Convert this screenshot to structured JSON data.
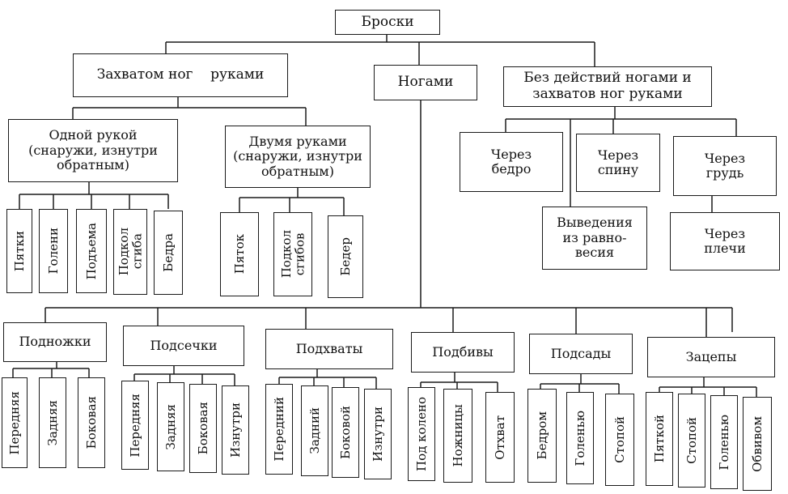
{
  "root": "Броски",
  "level1": {
    "hands": "Захватом ног    руками",
    "legs": "Ногами",
    "no_legs": "Без действий ногами и\nзахватов ног руками"
  },
  "hands": {
    "one_hand": "Одной рукой\n(снаружи, изнутри\nобратным)",
    "two_hands": "Двумя руками\n(снаружи, изнутри\nобратным)",
    "one_hand_items": [
      "Пятки",
      "Голени",
      "Подъема",
      "Подкол\nсгиба",
      "Бедра"
    ],
    "two_hands_items": [
      "Пяток",
      "Подкол\nсгибов",
      "Бедер"
    ]
  },
  "no_legs": {
    "thigh": "Через\nбедро",
    "back": "Через\nспину",
    "chest": "Через\nгрудь",
    "balance": "Выведения\nиз равно-\nвесия",
    "shoulder": "Через\nплечи"
  },
  "legs": {
    "groups": [
      {
        "label": "Подножки",
        "items": [
          "Передняя",
          "Задняя",
          "Боковая"
        ]
      },
      {
        "label": "Подсечки",
        "items": [
          "Передняя",
          "Задняя",
          "Боковая",
          "Изнутри"
        ]
      },
      {
        "label": "Подхваты",
        "items": [
          "Передний",
          "Задний",
          "Боковой",
          "Изнутри"
        ]
      },
      {
        "label": "Подбивы",
        "items": [
          "Под колено",
          "Ножницы",
          "Отхват"
        ]
      },
      {
        "label": "Подсады",
        "items": [
          "Бедром",
          "Голенью",
          "Стопой"
        ]
      },
      {
        "label": "Зацепы",
        "items": [
          "Пяткой",
          "Стопой",
          "Голенью",
          "Обвивом"
        ]
      }
    ]
  }
}
